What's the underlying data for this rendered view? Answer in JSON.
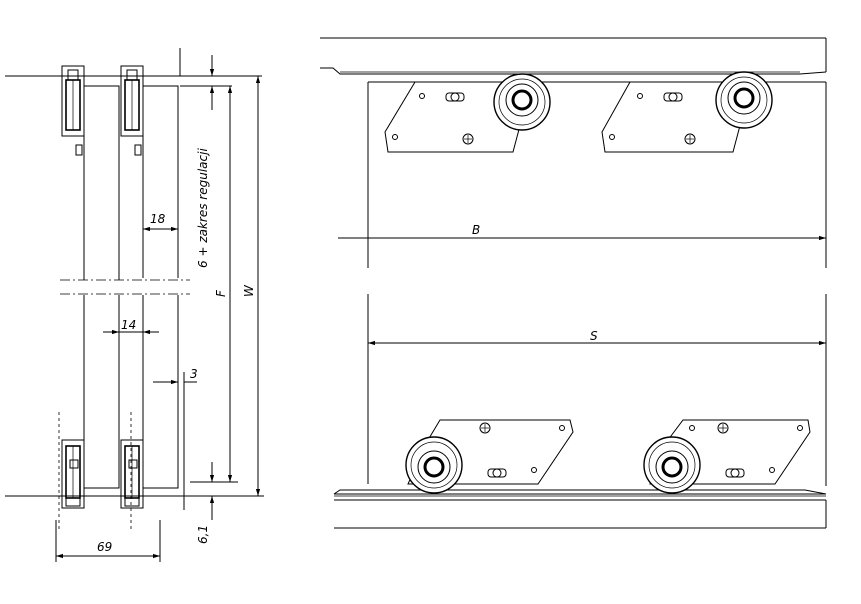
{
  "title": "",
  "dimensions": {
    "d18": "18",
    "d14": "14",
    "d3": "3",
    "d69": "69",
    "d61": "6,1",
    "adjust": "6 + zakres regulacji",
    "F": "F",
    "W": "W",
    "B": "B",
    "S": "S"
  },
  "parts": {
    "top_rollers": 2,
    "bottom_rollers": 2
  }
}
